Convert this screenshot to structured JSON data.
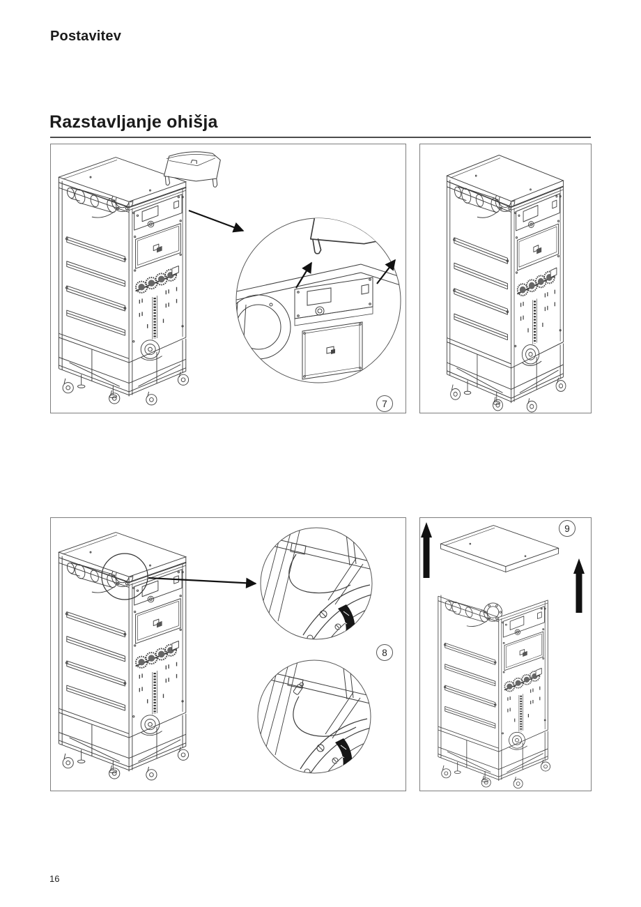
{
  "page": {
    "title": "Postavitev",
    "section_title": "Razstavljanje ohišja",
    "page_number": "16"
  },
  "figures": {
    "step7": "7",
    "step8": "8",
    "step9": "9"
  },
  "colors": {
    "text": "#1a1a1a",
    "line_art": "#3d3d3d",
    "panel_border": "#7d7d7d",
    "rule": "#4c4c4c",
    "arrow": "#111111"
  }
}
